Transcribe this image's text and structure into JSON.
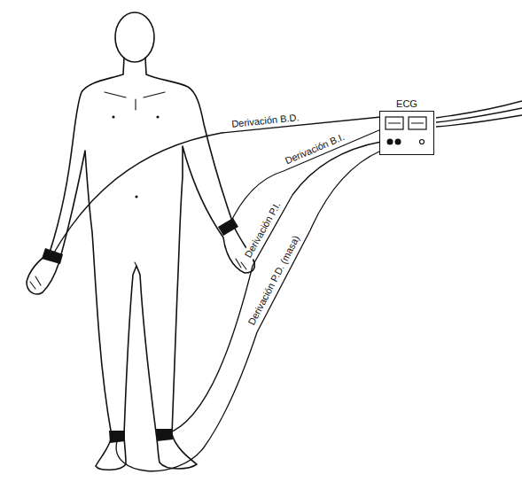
{
  "diagram": {
    "nodes": [
      {
        "text": [
          "ECG"
        ]
      }
    ],
    "labels": [
      "Derivación B.D.",
      "Derivación B.I.",
      "Derivación P.I.",
      "Derivación P.D. (masa)"
    ]
  }
}
